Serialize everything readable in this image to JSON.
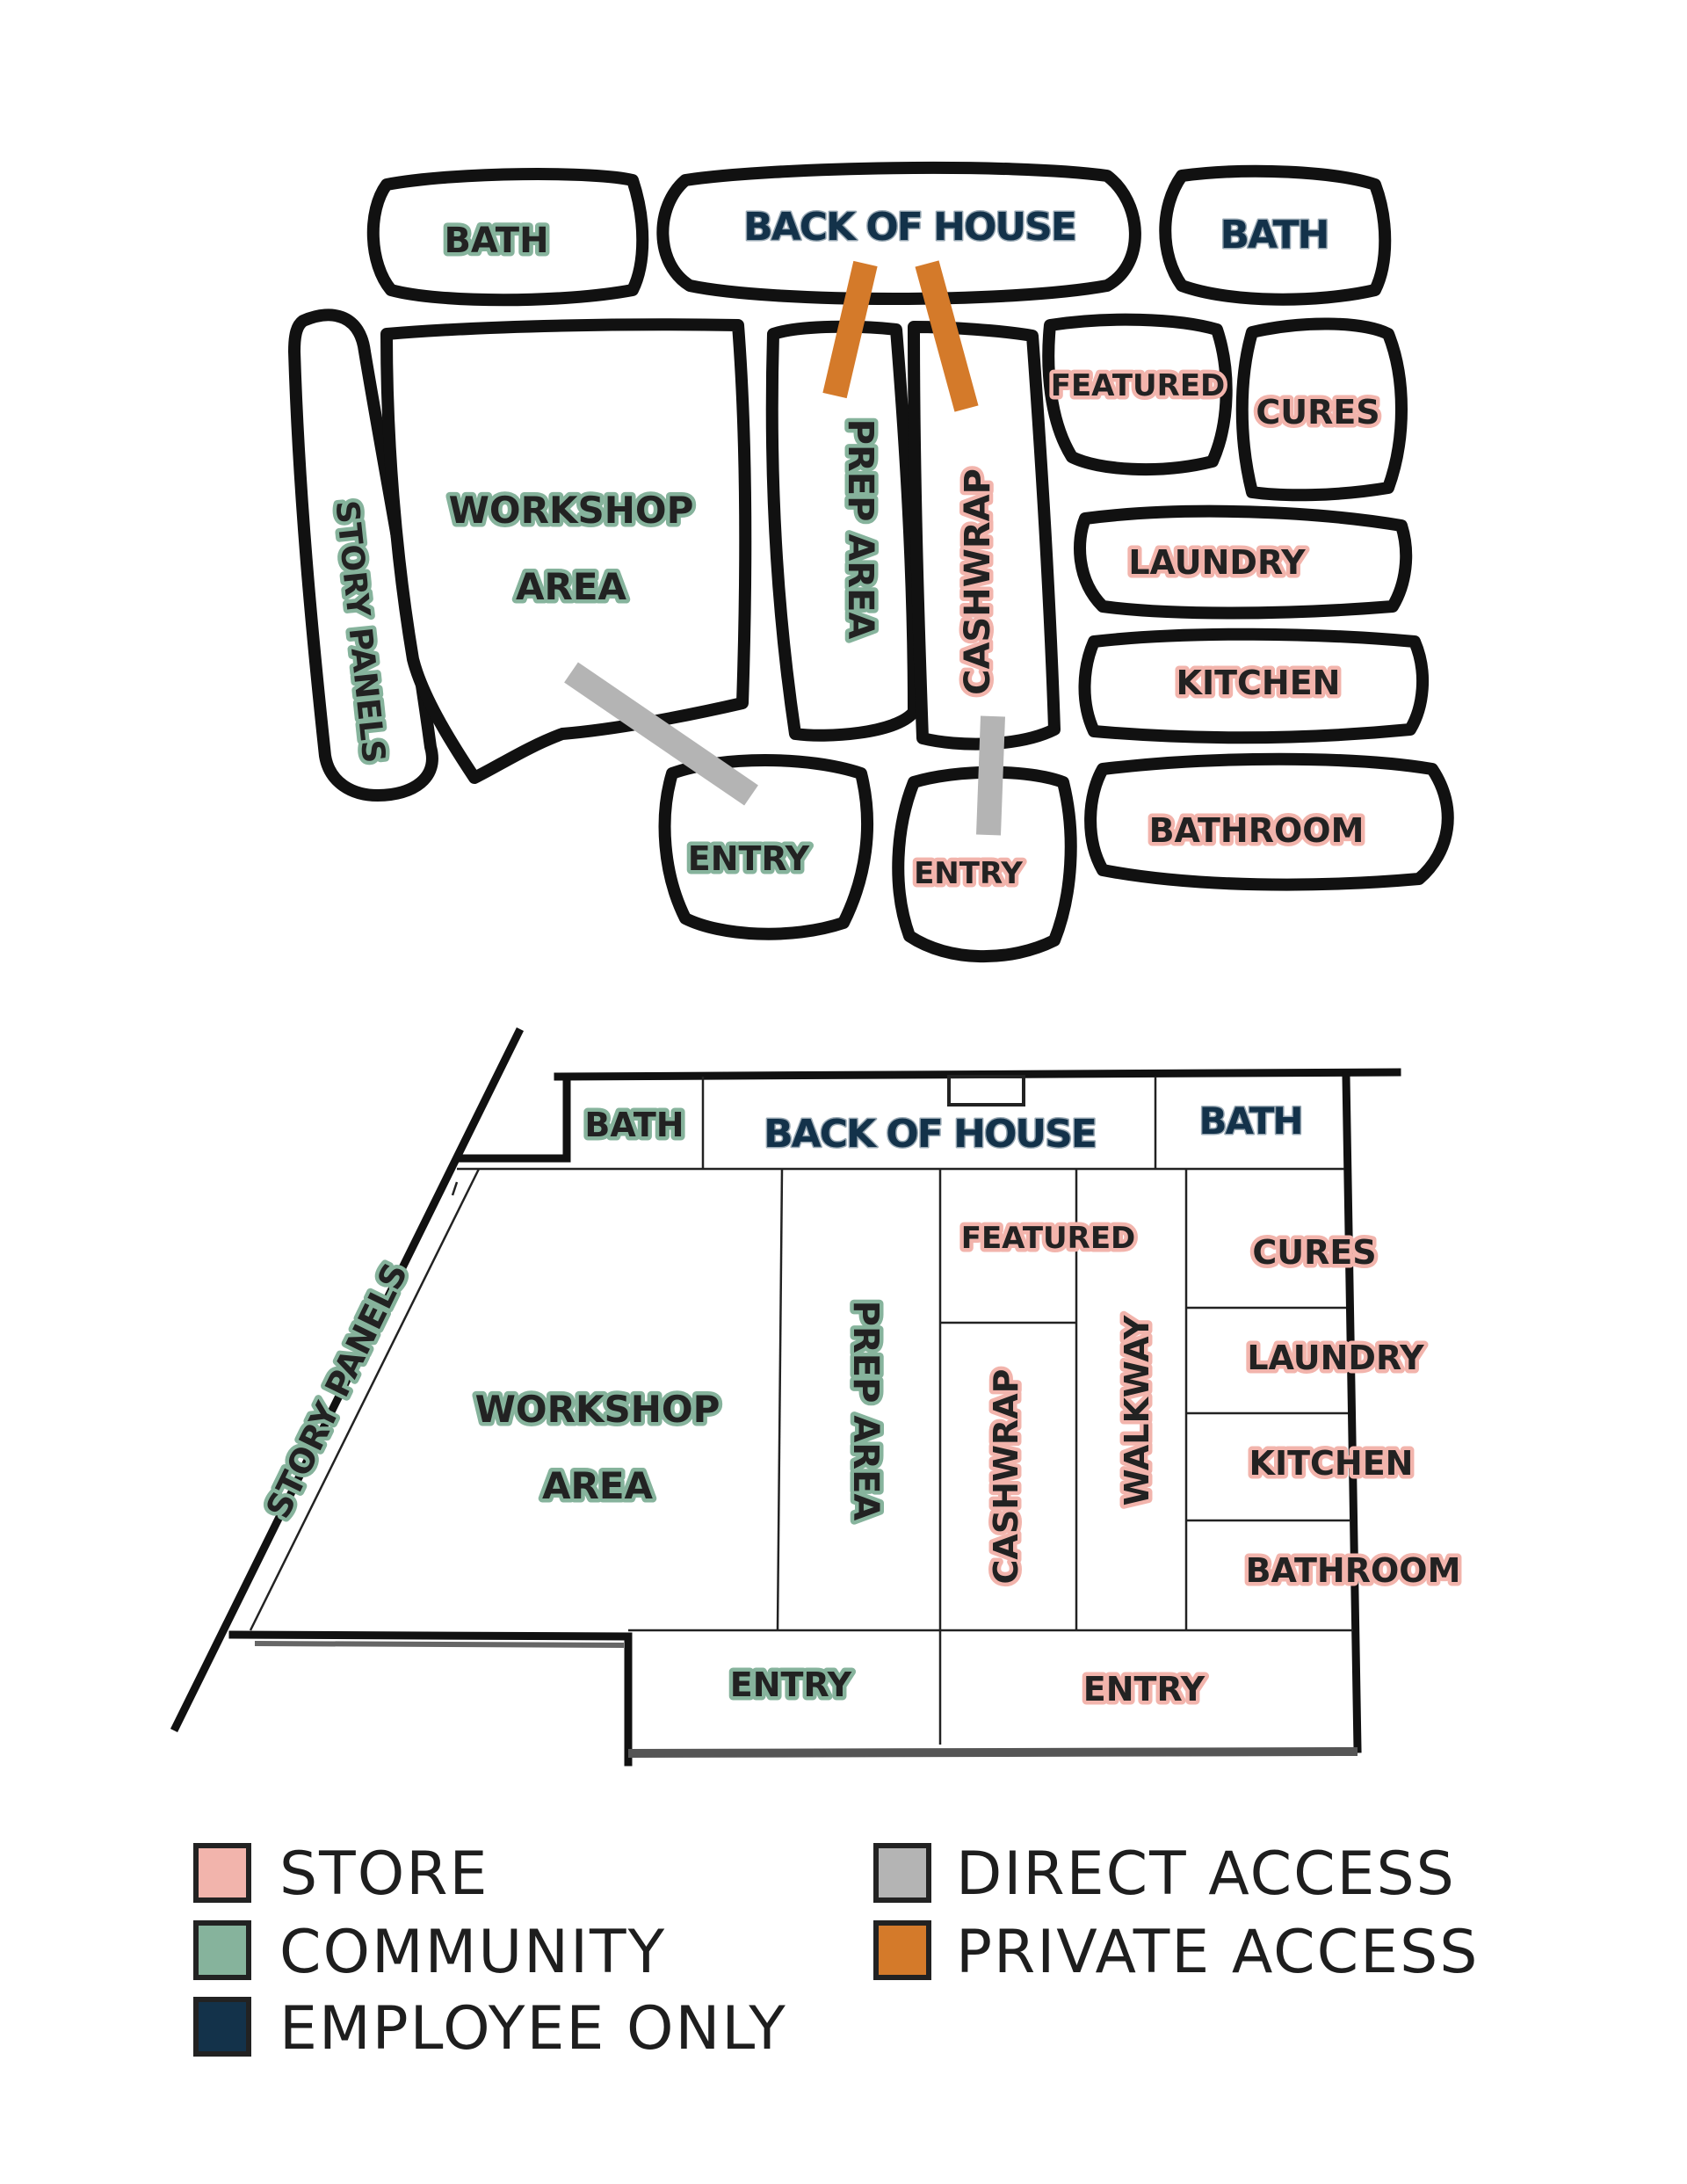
{
  "colors": {
    "store": "#f2b4ac",
    "community": "#86b39c",
    "employee_only": "#13324a",
    "direct_access": "#b4b4b4",
    "private_access": "#d47a2a"
  },
  "bubble": {
    "bath_left": "BATH",
    "back_of_house": "BACK OF HOUSE",
    "bath_right": "BATH",
    "story_panels": "STORY PANELS",
    "workshop_1": "WORKSHOP",
    "workshop_2": "AREA",
    "prep_area": "PREP AREA",
    "cashwrap": "CASHWRAP",
    "featured": "FEATURED",
    "cures": "CURES",
    "laundry": "LAUNDRY",
    "kitchen": "KITCHEN",
    "bathroom": "BATHROOM",
    "entry_community": "ENTRY",
    "entry_store": "ENTRY"
  },
  "plan": {
    "bath_left": "BATH",
    "back_of_house": "BACK OF HOUSE",
    "bath_right": "BATH",
    "story_panels": "STORY PANELS",
    "workshop_1": "WORKSHOP",
    "workshop_2": "AREA",
    "prep_area": "PREP AREA",
    "cashwrap": "CASHWRAP",
    "walkway": "WALKWAY",
    "featured": "FEATURED",
    "cures": "CURES",
    "laundry": "LAUNDRY",
    "kitchen": "KITCHEN",
    "bathroom": "BATHROOM",
    "entry_community": "ENTRY",
    "entry_store": "ENTRY"
  },
  "legend": [
    {
      "label": "STORE",
      "color": "#f2b4ac"
    },
    {
      "label": "COMMUNITY",
      "color": "#86b39c"
    },
    {
      "label": "EMPLOYEE ONLY",
      "color": "#13324a"
    },
    {
      "label": "DIRECT ACCESS",
      "color": "#b4b4b4"
    },
    {
      "label": "PRIVATE ACCESS",
      "color": "#d47a2a"
    }
  ]
}
